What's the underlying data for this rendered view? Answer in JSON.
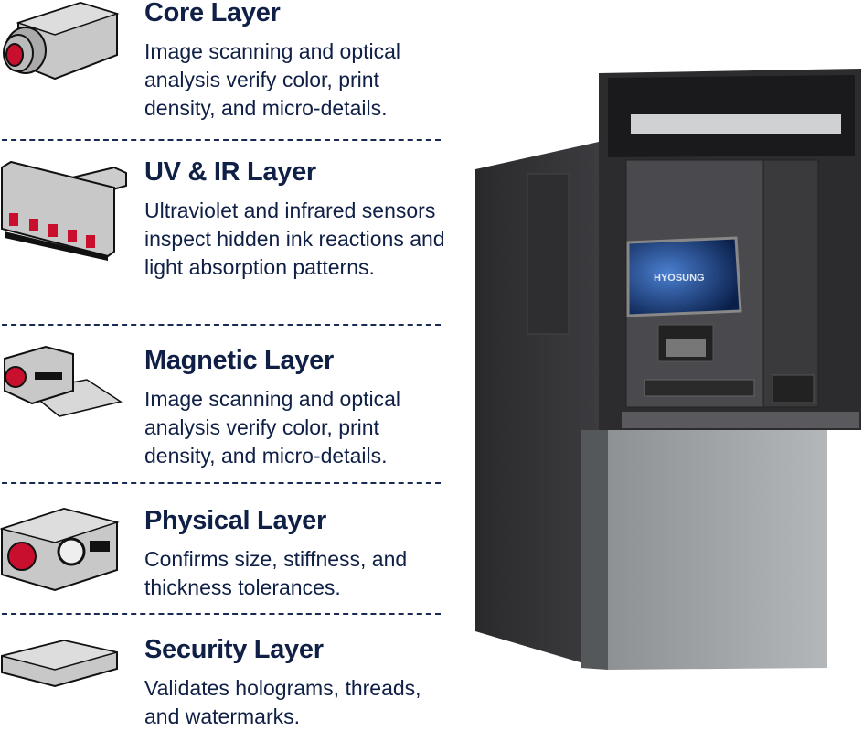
{
  "layers": [
    {
      "title": "Core Layer",
      "description": "Image scanning and optical analysis verify color, print density, and micro-details.",
      "icon": "camera-icon"
    },
    {
      "title": "UV & IR Layer",
      "description": "Ultraviolet and infrared sensors inspect hidden ink reactions and light absorption patterns.",
      "icon": "uv-ir-sensor-icon"
    },
    {
      "title": "Magnetic Layer",
      "description": "Image scanning and optical analysis verify color, print density, and micro-details.",
      "icon": "magnetic-reader-icon"
    },
    {
      "title": "Physical Layer",
      "description": "Confirms size, stiffness, and thickness tolerances.",
      "icon": "physical-sensor-icon"
    },
    {
      "title": "Security Layer",
      "description": "Validates holograms, threads, and watermarks.",
      "icon": "security-module-icon"
    }
  ],
  "atm": {
    "screen_brand": "HYOSUNG"
  },
  "colors": {
    "text": "#0f1f45",
    "accent_red": "#c8102e",
    "icon_grey": "#c8c8c8"
  }
}
